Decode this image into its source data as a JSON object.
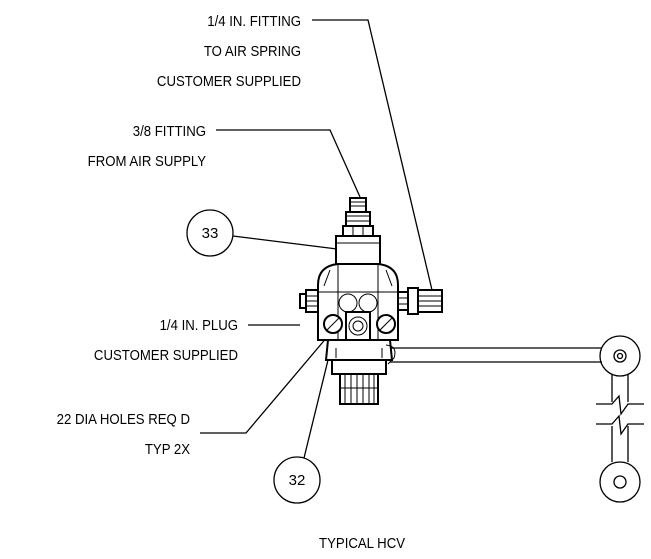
{
  "callouts": {
    "fitting_to_air_spring": [
      "1/4 IN. FITTING",
      "TO AIR SPRING",
      "CUSTOMER SUPPLIED"
    ],
    "fitting_from_air_supply": [
      "3/8 FITTING",
      "FROM AIR SUPPLY"
    ],
    "plug": [
      "1/4 IN. PLUG",
      "CUSTOMER SUPPLIED"
    ],
    "holes": [
      "22 DIA HOLES REQ D",
      "TYP 2X"
    ]
  },
  "balloons": {
    "top": "33",
    "bottom": "32"
  },
  "caption": "TYPICAL HCV",
  "icons": {
    "valve": "height-control-valve-icon",
    "linkage": "linkage-arm-icon"
  }
}
